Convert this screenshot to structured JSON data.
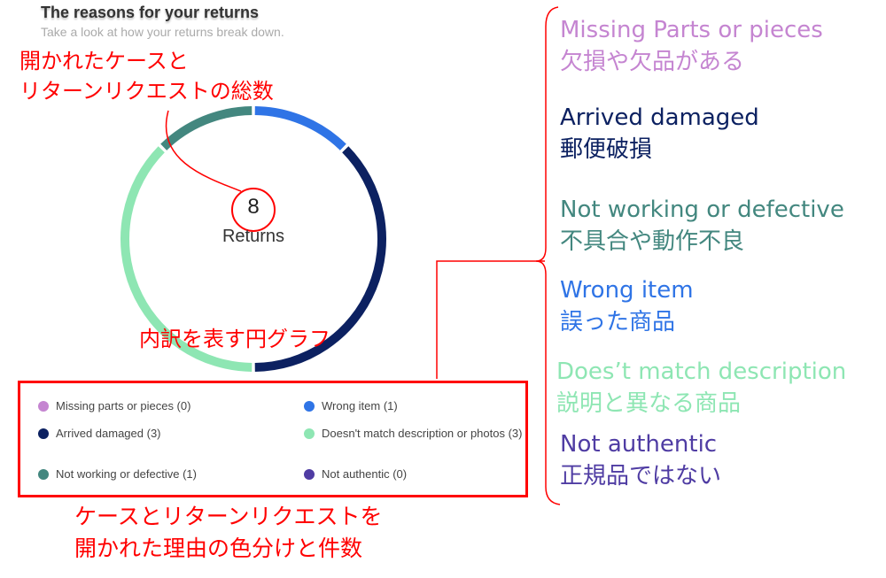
{
  "card": {
    "title": "The reasons for your returns",
    "subtitle": "Take a look at how your returns break down."
  },
  "total": {
    "count": "8",
    "label": "Returns"
  },
  "chart_data": {
    "type": "pie",
    "donut": true,
    "title": "The reasons for your returns",
    "total": 8,
    "categories": [
      "Wrong item",
      "Arrived damaged",
      "Doesn't match description or photos",
      "Not working or defective",
      "Missing parts or pieces",
      "Not authentic"
    ],
    "values": [
      1,
      3,
      3,
      1,
      0,
      0
    ],
    "colors": [
      "#2f74e6",
      "#0c2161",
      "#8ee6b3",
      "#43877f",
      "#c585d1",
      "#4f3ca3"
    ]
  },
  "legend": [
    {
      "label": "Missing parts or pieces (0)",
      "color": "#c585d1"
    },
    {
      "label": "Wrong item (1)",
      "color": "#2f74e6"
    },
    {
      "label": "Arrived damaged (3)",
      "color": "#0c2161"
    },
    {
      "label": "Doesn't match description or photos (3)",
      "color": "#8ee6b3"
    },
    {
      "label": "Not working or defective (1)",
      "color": "#43877f"
    },
    {
      "label": "Not authentic (0)",
      "color": "#4f3ca3"
    }
  ],
  "annotations": {
    "total_note": [
      "開かれたケースと",
      "リターンリクエストの総数"
    ],
    "chart_note": "内訳を表す円グラフ",
    "legend_note": [
      "ケースとリターンリクエストを",
      "開かれた理由の色分けと件数"
    ]
  },
  "translations": [
    {
      "en": "Missing Parts or pieces",
      "ja": "欠損や欠品がある",
      "color": "#c585d1"
    },
    {
      "en": "Arrived damaged",
      "ja": "郵便破損",
      "color": "#0c2161"
    },
    {
      "en": "Not working or defective",
      "ja": "不具合や動作不良",
      "color": "#43877f"
    },
    {
      "en": "Wrong item",
      "ja": "誤った商品",
      "color": "#2f74e6"
    },
    {
      "en": "Does’t match description",
      "ja": "説明と異なる商品",
      "color": "#8ee6b3"
    },
    {
      "en": "Not authentic",
      "ja": "正規品ではない",
      "color": "#4f3ca3"
    }
  ]
}
